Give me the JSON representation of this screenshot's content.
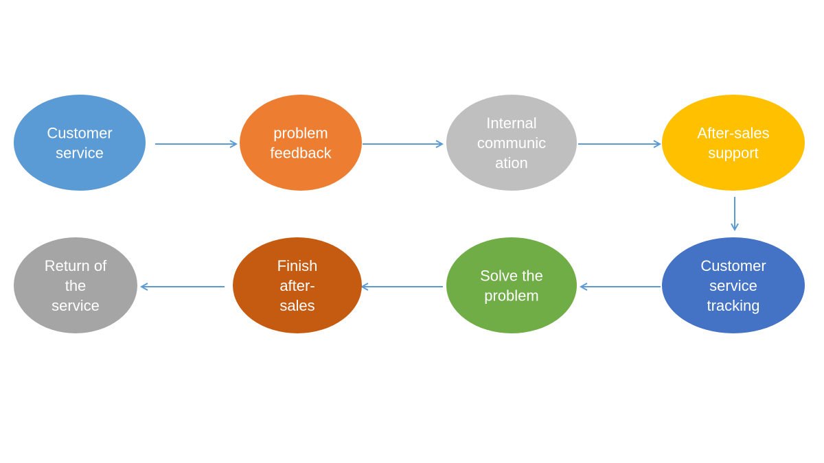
{
  "nodes": [
    {
      "id": "customer-service",
      "lines": [
        "Customer",
        "service"
      ],
      "color": "#5b9bd5"
    },
    {
      "id": "problem-feedback",
      "lines": [
        "problem",
        "feedback"
      ],
      "color": "#ed7d31"
    },
    {
      "id": "internal-communication",
      "lines": [
        "Internal",
        "communic",
        "ation"
      ],
      "color": "#bfbfbf"
    },
    {
      "id": "after-sales-support",
      "lines": [
        "After-sales",
        "support"
      ],
      "color": "#ffc000"
    },
    {
      "id": "customer-service-tracking",
      "lines": [
        "Customer",
        "service",
        "tracking"
      ],
      "color": "#4472c4"
    },
    {
      "id": "solve-the-problem",
      "lines": [
        "Solve the",
        "problem"
      ],
      "color": "#70ad47"
    },
    {
      "id": "finish-after-sales",
      "lines": [
        "Finish",
        "after-",
        "sales"
      ],
      "color": "#c55a11"
    },
    {
      "id": "return-of-the-service",
      "lines": [
        "Return of",
        "the",
        "service"
      ],
      "color": "#a5a5a5"
    }
  ],
  "edges": [
    {
      "from": "customer-service",
      "to": "problem-feedback"
    },
    {
      "from": "problem-feedback",
      "to": "internal-communication"
    },
    {
      "from": "internal-communication",
      "to": "after-sales-support"
    },
    {
      "from": "after-sales-support",
      "to": "customer-service-tracking"
    },
    {
      "from": "customer-service-tracking",
      "to": "solve-the-problem"
    },
    {
      "from": "solve-the-problem",
      "to": "finish-after-sales"
    },
    {
      "from": "finish-after-sales",
      "to": "return-of-the-service"
    }
  ],
  "arrow_color": "#5b9bd5"
}
